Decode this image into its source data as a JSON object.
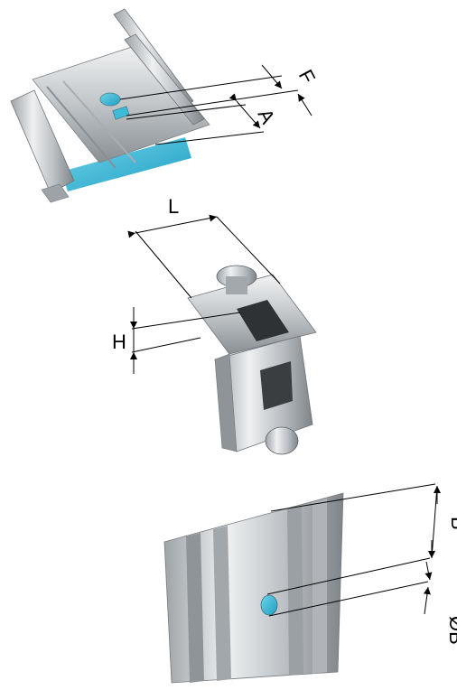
{
  "colors": {
    "metal_light": "#e6e8ea",
    "metal_mid": "#c4c8cb",
    "metal_dark": "#8d9296",
    "accent_blue": "#35b6d6",
    "line": "#000000"
  },
  "labels": {
    "f": "F",
    "a": "A",
    "l": "L",
    "h": "H",
    "b": "B",
    "ob": "ØB"
  }
}
